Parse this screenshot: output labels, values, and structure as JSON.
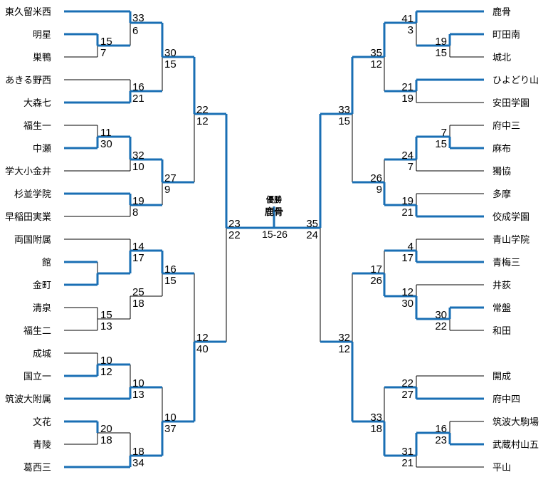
{
  "champion": {
    "title": "優勝",
    "name": "鹿骨",
    "final_score": "15-26"
  },
  "left": {
    "teams": [
      "東久留米西",
      "明星",
      "巣鴨",
      "あきる野西",
      "大森七",
      "福生一",
      "中瀬",
      "学大小金井",
      "杉並学院",
      "早稲田実業",
      "両国附属",
      "館",
      "金町",
      "清泉",
      "福生二",
      "成城",
      "国立一",
      "筑波大附属",
      "文花",
      "青陵",
      "葛西三"
    ],
    "scores": [
      "33",
      "6",
      "15",
      "7",
      "30",
      "15",
      "16",
      "21",
      "11",
      "30",
      "32",
      "10",
      "27",
      "9",
      "19",
      "8",
      "22",
      "12",
      "14",
      "17",
      "16",
      "15",
      "25",
      "18",
      "15",
      "13",
      "10",
      "12",
      "10",
      "13",
      "20",
      "18",
      "10",
      "37",
      "18",
      "34",
      "12",
      "40",
      "23",
      "22"
    ]
  },
  "right": {
    "teams": [
      "鹿骨",
      "町田南",
      "城北",
      "ひよどり山",
      "安田学園",
      "府中三",
      "麻布",
      "獨協",
      "多摩",
      "佼成学園",
      "青山学院",
      "青梅三",
      "井荻",
      "常盤",
      "和田",
      "開成",
      "府中四",
      "筑波大駒場",
      "武蔵村山五",
      "平山"
    ],
    "scores": [
      "41",
      "3",
      "19",
      "15",
      "35",
      "12",
      "21",
      "19",
      "33",
      "15",
      "7",
      "15",
      "24",
      "7",
      "26",
      "9",
      "19",
      "21",
      "35",
      "24",
      "4",
      "17",
      "17",
      "26",
      "12",
      "30",
      "30",
      "22",
      "32",
      "12",
      "22",
      "27",
      "33",
      "18",
      "16",
      "23",
      "31",
      "21"
    ]
  }
}
